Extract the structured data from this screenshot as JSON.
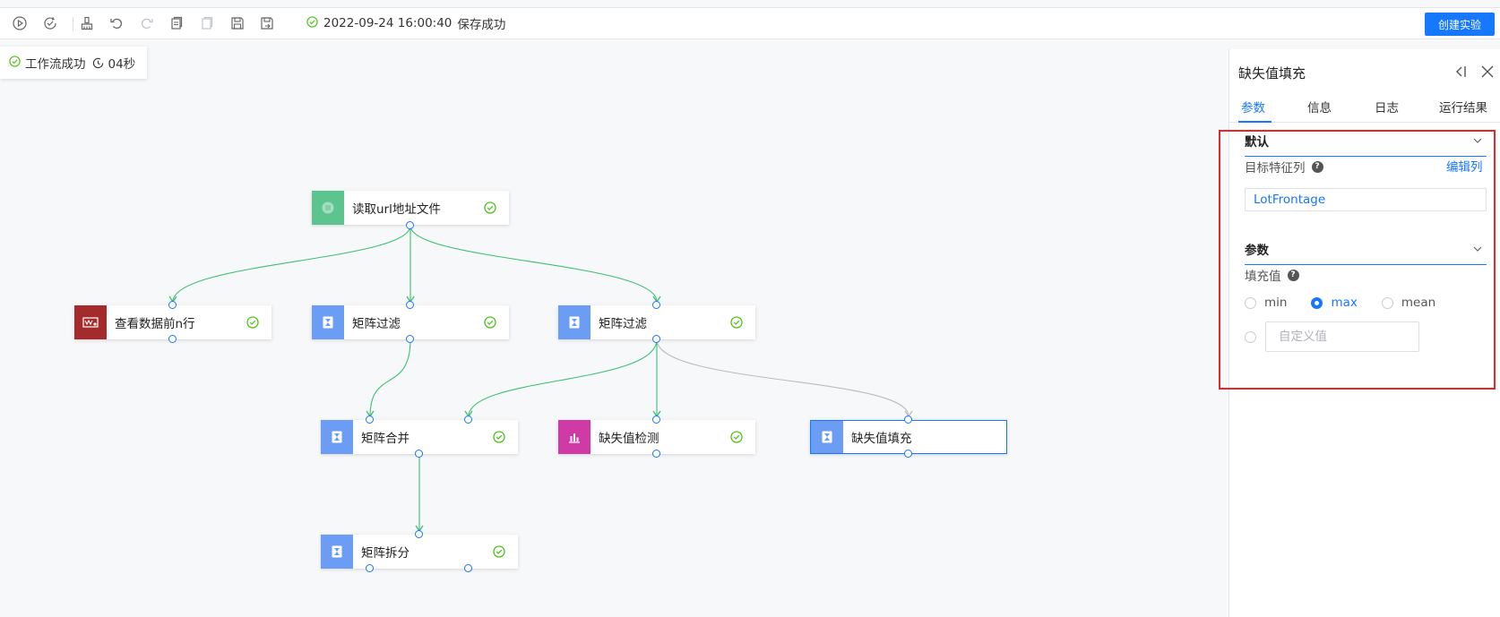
{
  "toolbar": {
    "icons": [
      "run-icon",
      "run-check-icon",
      "clean-icon",
      "undo-icon",
      "redo-icon",
      "copy-icon",
      "paste-icon",
      "save-icon",
      "save-as-icon"
    ],
    "save_time": "2022-09-24 16:00:40",
    "save_text": "保存成功",
    "create_label": "创建实验"
  },
  "workflow_status": {
    "label": "工作流成功",
    "duration": "04秒"
  },
  "nodes": [
    {
      "id": "read",
      "label": "读取url地址文件",
      "icon_color": "#5ec48f",
      "status": "success"
    },
    {
      "id": "head",
      "label": "查看数据前n行",
      "icon_color": "#a42b2b",
      "status": "success"
    },
    {
      "id": "filter1",
      "label": "矩阵过滤",
      "icon_color": "#6b9df5",
      "status": "success"
    },
    {
      "id": "filter2",
      "label": "矩阵过滤",
      "icon_color": "#6b9df5",
      "status": "success"
    },
    {
      "id": "merge",
      "label": "矩阵合并",
      "icon_color": "#6b9df5",
      "status": "success"
    },
    {
      "id": "detect",
      "label": "缺失值检测",
      "icon_color": "#cf3aa7",
      "status": "success"
    },
    {
      "id": "fill",
      "label": "缺失值填充",
      "icon_color": "#6b9df5",
      "status": "selected"
    },
    {
      "id": "split",
      "label": "矩阵拆分",
      "icon_color": "#6b9df5",
      "status": "success"
    }
  ],
  "panel": {
    "title": "缺失值填充",
    "tabs": [
      {
        "label": "参数",
        "active": true
      },
      {
        "label": "信息",
        "active": false
      },
      {
        "label": "日志",
        "active": false
      },
      {
        "label": "运行结果",
        "active": false
      }
    ],
    "section_default": "默认",
    "target_label": "目标特征列",
    "edit_link": "编辑列",
    "target_value": "LotFrontage",
    "section_params": "参数",
    "fill_label": "填充值",
    "fill_options": [
      {
        "label": "min",
        "checked": false
      },
      {
        "label": "max",
        "checked": true
      },
      {
        "label": "mean",
        "checked": false
      }
    ],
    "custom_placeholder": "自定义值"
  },
  "colors": {
    "accent": "#1677ff",
    "success": "#52c41a",
    "edge": "#3cc06f",
    "edge_pending": "#b9bcc2",
    "highlight": "#e5262b"
  }
}
